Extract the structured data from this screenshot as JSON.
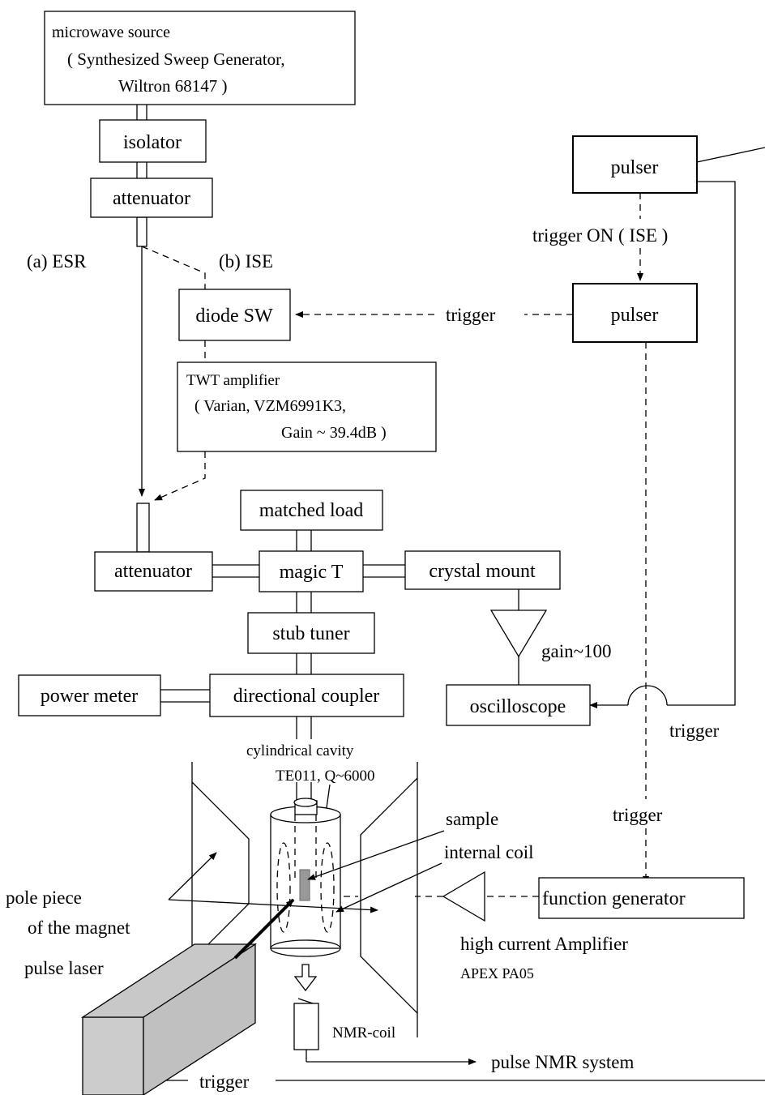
{
  "source": {
    "line1": "microwave source",
    "line2": "( Synthesized Sweep Generator,",
    "line3": "Wiltron 68147  )"
  },
  "isolator": "isolator",
  "attenuator_top": "attenuator",
  "path_a": "(a) ESR",
  "path_b": "(b) ISE",
  "diode_sw": "diode SW",
  "twt": {
    "line1": "TWT amplifier",
    "line2": "( Varian, VZM6991K3,",
    "line3": "Gain ~ 39.4dB  )"
  },
  "matched_load": "matched load",
  "attenuator_mid": "attenuator",
  "magic_t": "magic T",
  "crystal_mount": "crystal mount",
  "stub_tuner": "stub tuner",
  "gain": "gain~100",
  "power_meter": "power meter",
  "directional_coupler": "directional coupler",
  "oscilloscope": "oscilloscope",
  "pulser_top": "pulser",
  "pulser_mid": "pulser",
  "trigger_on": "trigger ON ( ISE )",
  "trigger_sw": "trigger",
  "trigger_osc": "trigger",
  "trigger_fg": "trigger",
  "trigger_laser": "trigger",
  "cavity": {
    "line1": "cylindrical cavity",
    "line2": "TE011, Q~6000"
  },
  "sample": "sample",
  "internal_coil": "internal coil",
  "pole_piece": {
    "line1": "pole piece",
    "line2": "of the magnet"
  },
  "function_generator": "function generator",
  "amplifier": {
    "line1": "high current Amplifier",
    "line2": "APEX PA05"
  },
  "pulse_laser": "pulse laser",
  "nmr_coil": "NMR-coil",
  "nmr_system": "pulse NMR system"
}
